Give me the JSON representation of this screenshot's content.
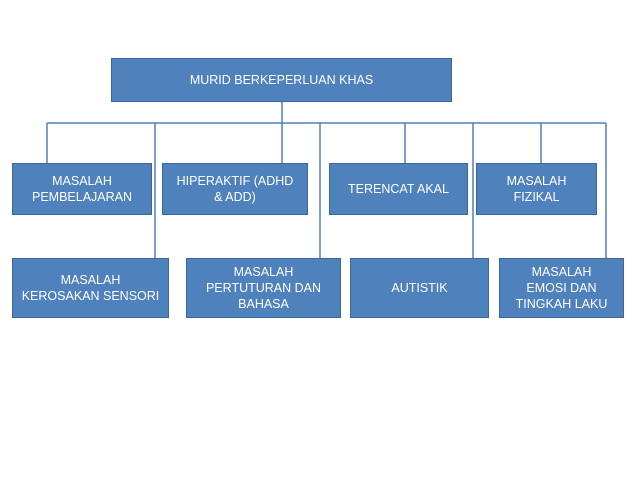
{
  "diagram": {
    "root": {
      "label": "MURID BERKEPERLUAN KHAS"
    },
    "row1": [
      {
        "id": "masalah-pembelajaran",
        "label": "MASALAH\nPEMBELAJARAN"
      },
      {
        "id": "hiperaktif",
        "label": "HIPERAKTIF (ADHD\n& ADD)"
      },
      {
        "id": "terencat-akal",
        "label": "TERENCAT AKAL"
      },
      {
        "id": "masalah-fizikal",
        "label": "MASALAH\nFIZIKAL"
      }
    ],
    "row2": [
      {
        "id": "masalah-kerosakan-sensori",
        "label": "MASALAH\nKEROSAKAN SENSORI"
      },
      {
        "id": "masalah-pertuturan-bahasa",
        "label": "MASALAH\nPERTUTURAN DAN\nBAHASA"
      },
      {
        "id": "autistik",
        "label": "AUTISTIK"
      },
      {
        "id": "masalah-emosi-tingkah-laku",
        "label": "MASALAH\nEMOSI DAN\nTINGKAH LAKU"
      }
    ],
    "colors": {
      "box_fill": "#4f81bd",
      "box_border": "#3a679c",
      "connector": "#4f81bd",
      "text": "#ffffff"
    }
  }
}
